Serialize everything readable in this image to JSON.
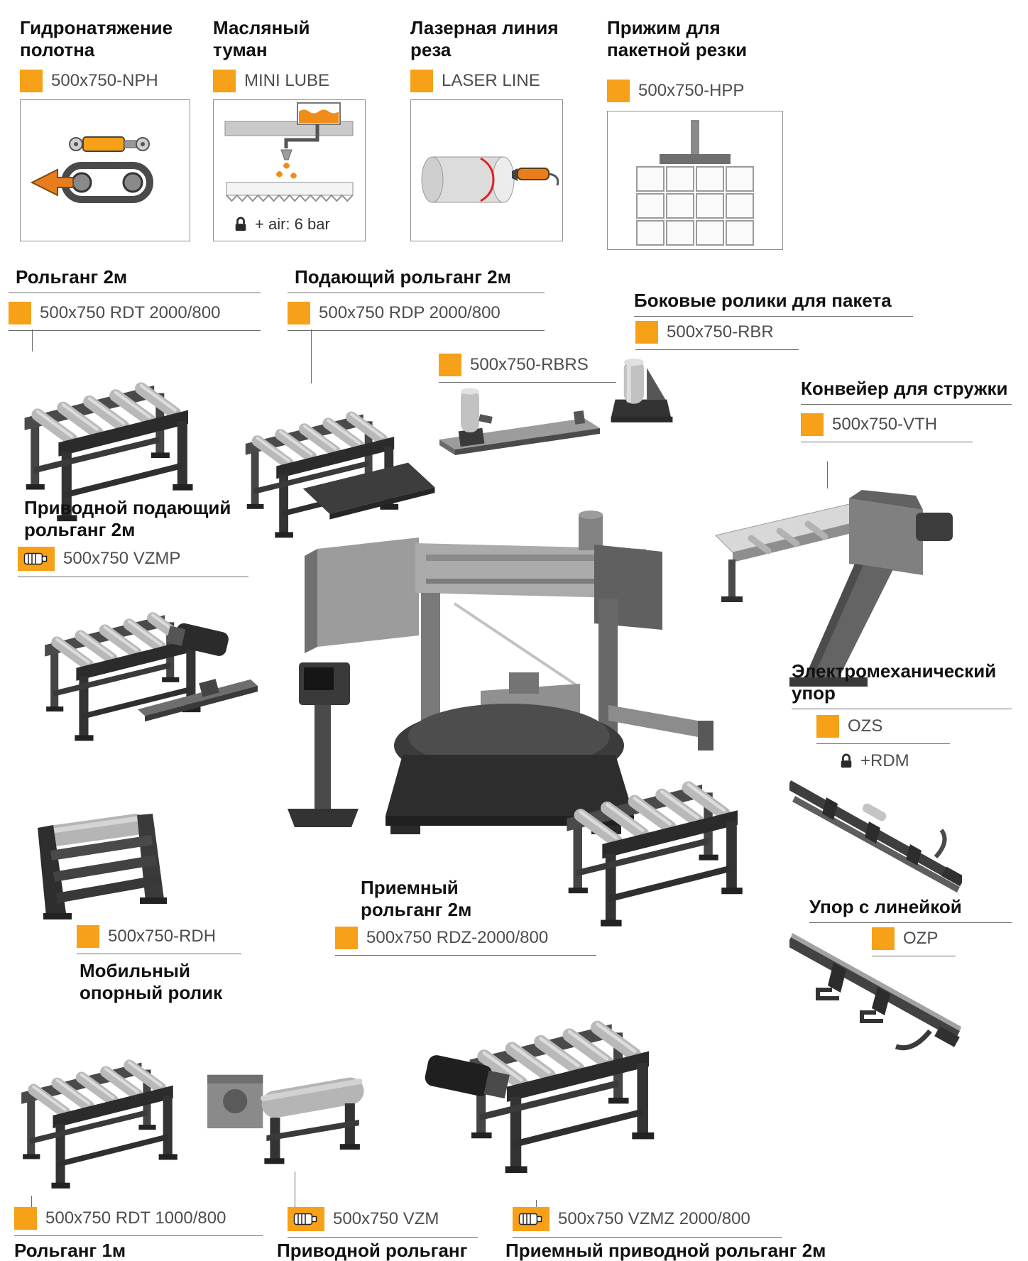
{
  "colors": {
    "accent": "#F6A118",
    "code_text": "#4d4d4d",
    "title_text": "#111111",
    "line": "#6b6b6b"
  },
  "panels": [
    {
      "title": "Гидронатяжение полотна",
      "code": "500x750-NPH"
    },
    {
      "title": "Масляный туман",
      "code": "MINI LUBE",
      "note": "+ air: 6 bar"
    },
    {
      "title": "Лазерная линия реза",
      "code": "LASER LINE"
    },
    {
      "title": "Прижим для пакетной резки",
      "code": "500x750-HPP"
    }
  ],
  "items": {
    "rdt2000": {
      "title": "Рольганг 2м",
      "code": "500x750 RDT 2000/800"
    },
    "rdp2000": {
      "title": "Подающий рольганг 2м",
      "code": "500x750 RDP 2000/800"
    },
    "rbr": {
      "title": "Боковые ролики для пакета",
      "code": "500x750-RBR"
    },
    "rbrs": {
      "code": "500x750-RBRS"
    },
    "vth": {
      "title": "Конвейер для стружки",
      "code": "500x750-VTH"
    },
    "vzmp": {
      "title": "Приводной подающий рольганг 2м",
      "code": "500x750 VZMP"
    },
    "ozs": {
      "title": "Электромеханический упор",
      "code": "OZS",
      "code2": "+RDM"
    },
    "rdz": {
      "title": "Приемный рольганг 2м",
      "code": "500x750 RDZ-2000/800"
    },
    "rdh": {
      "title": "Мобильный опорный ролик",
      "code": "500x750-RDH"
    },
    "ozp": {
      "title": "Упор с линейкой",
      "code": "OZP"
    },
    "rdt1000": {
      "title": "Рольганг 1м",
      "code": "500x750 RDT 1000/800"
    },
    "vzm": {
      "title": "Приводной рольганг",
      "code": "500x750 VZM"
    },
    "vzmz": {
      "title": "Приемный приводной рольганг 2м",
      "code": "500x750 VZMZ 2000/800"
    }
  }
}
